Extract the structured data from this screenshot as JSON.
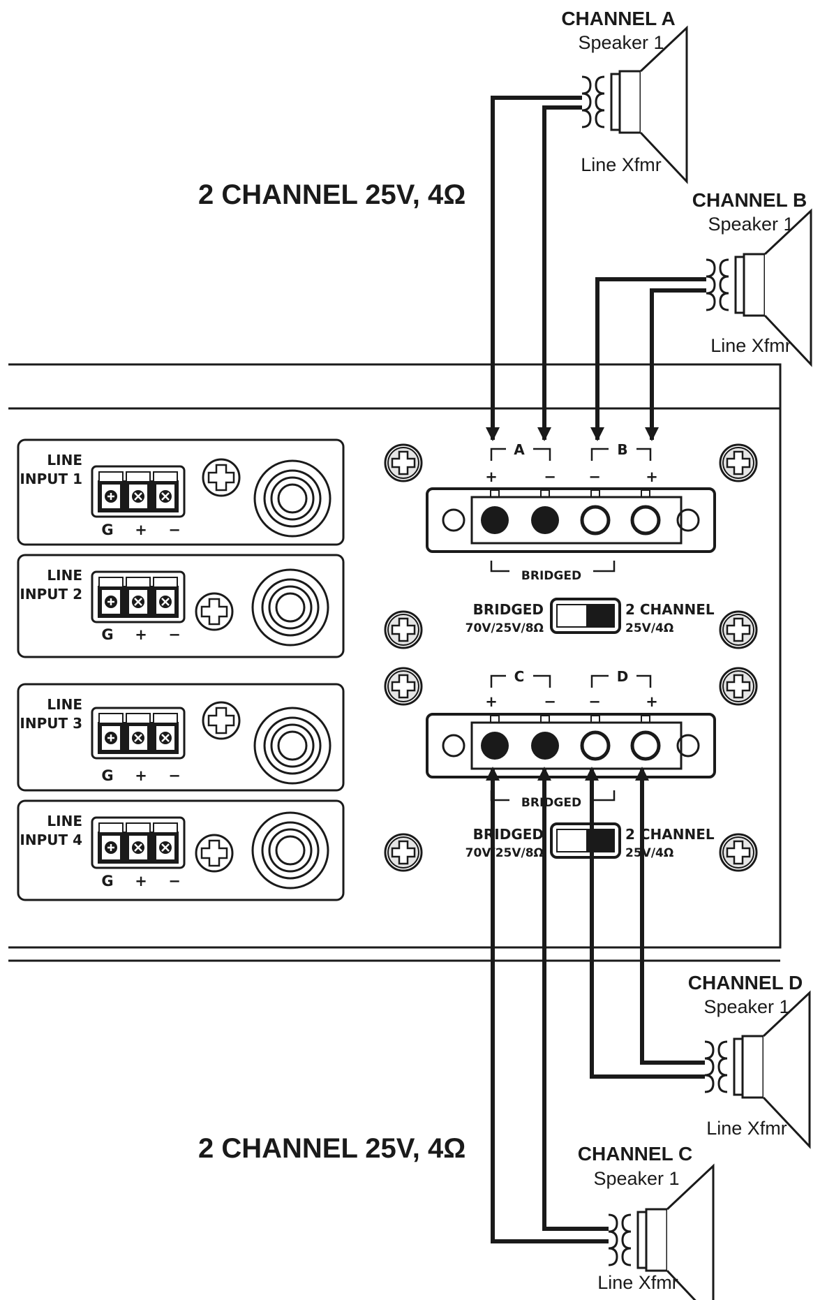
{
  "headings": {
    "top": "2 CHANNEL 25V, 4Ω",
    "bottom": "2 CHANNEL 25V, 4Ω"
  },
  "speakers": {
    "a": {
      "channel": "CHANNEL A",
      "speaker": "Speaker 1",
      "xfmr": "Line Xfmr"
    },
    "b": {
      "channel": "CHANNEL B",
      "speaker": "Speaker 1",
      "xfmr": "Line Xfmr"
    },
    "d": {
      "channel": "CHANNEL D",
      "speaker": "Speaker 1",
      "xfmr": "Line Xfmr"
    },
    "c": {
      "channel": "CHANNEL C",
      "speaker": "Speaker 1",
      "xfmr": "Line Xfmr"
    }
  },
  "inputs": [
    {
      "line": "LINE",
      "input": "INPUT 1",
      "pins": [
        "G",
        "+",
        "−"
      ]
    },
    {
      "line": "LINE",
      "input": "INPUT 2",
      "pins": [
        "G",
        "+",
        "−"
      ]
    },
    {
      "line": "LINE",
      "input": "INPUT 3",
      "pins": [
        "G",
        "+",
        "−"
      ]
    },
    {
      "line": "LINE",
      "input": "INPUT 4",
      "pins": [
        "G",
        "+",
        "−"
      ]
    }
  ],
  "outputs": {
    "upper": {
      "left_channel": "A",
      "right_channel": "B",
      "polarity": [
        "+",
        "−",
        "−",
        "+"
      ],
      "bridged": "BRIDGED",
      "switch_left": "BRIDGED",
      "switch_left_sub": "70V/25V/8Ω",
      "switch_right": "2 CHANNEL",
      "switch_right_sub": "25V/4Ω"
    },
    "lower": {
      "left_channel": "C",
      "right_channel": "D",
      "polarity": [
        "+",
        "−",
        "−",
        "+"
      ],
      "bridged": "BRIDGED",
      "switch_left": "BRIDGED",
      "switch_left_sub": "70V/25V/8Ω",
      "switch_right": "2 CHANNEL",
      "switch_right_sub": "25V/4Ω"
    }
  }
}
